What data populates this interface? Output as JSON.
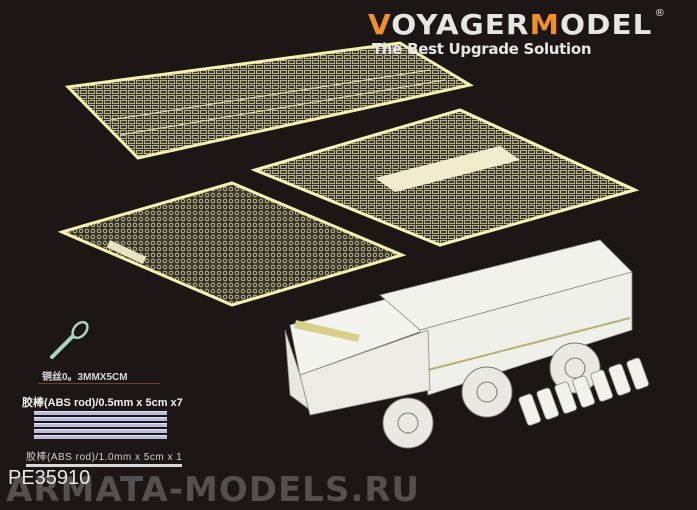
{
  "brand": {
    "logo_prefix_accent": "V",
    "logo_part1": "OYAGER",
    "logo_accent2": "M",
    "logo_part2": "ODEL",
    "registered": "®",
    "tagline": "The Best Upgrade Solution",
    "colors": {
      "accent": "#f0902a",
      "text": "#e6e6e6",
      "background": "#1c1715"
    }
  },
  "product": {
    "code": "PE35910",
    "sheets": [
      {
        "name": "photo-etched sheet A (top)"
      },
      {
        "name": "photo-etched sheet B (middle right)"
      },
      {
        "name": "photo-etched sheet C (lower left)"
      }
    ],
    "illustration": "8x8 armored truck with photo-etched parts highlighted, and a row of 7 seats"
  },
  "accessories": {
    "wire_label": "铜丝0。3MMX5CM",
    "rod1_label": "胶棒(ABS rod)/0.5mm x 5cm x7",
    "rod1_count": 7,
    "rod2_label": "胶棒(ABS rod)/1.0mm x 5cm x 1"
  },
  "watermark": "ARMATA-MODELS.RU"
}
